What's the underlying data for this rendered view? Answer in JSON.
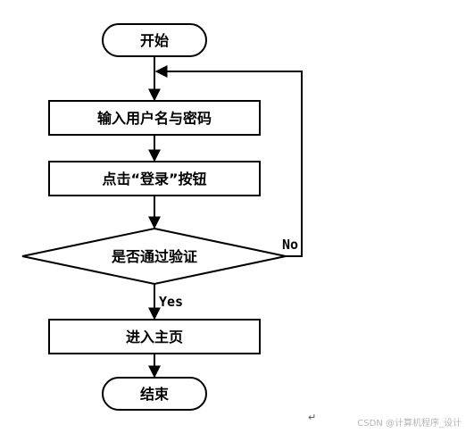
{
  "nodes": {
    "start": "开始",
    "input": "输入用户名与密码",
    "click": "点击“登录”按钮",
    "check": "是否通过验证",
    "home": "进入主页",
    "end": "结束"
  },
  "edges": {
    "yes": "Yes",
    "no": "No"
  },
  "paragraph_mark": "↵",
  "watermark": "CSDN @计算机程序_设计"
}
